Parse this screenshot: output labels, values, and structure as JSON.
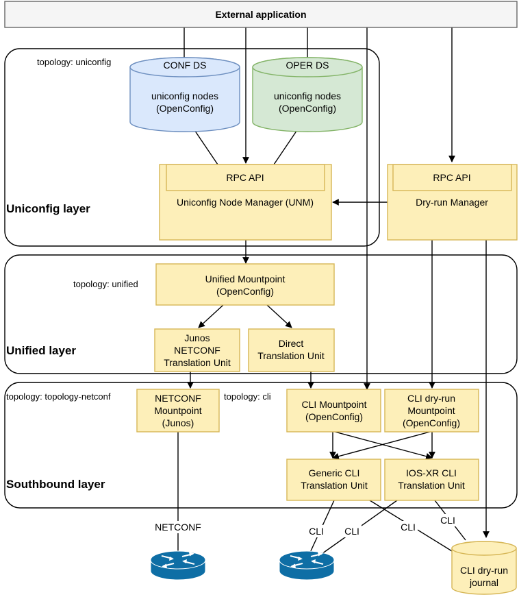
{
  "external_app": "External application",
  "layers": {
    "uniconfig": {
      "title": "Uniconfig layer",
      "topology": "topology: uniconfig"
    },
    "unified": {
      "title": "Unified layer",
      "topology": "topology: unified"
    },
    "southbound": {
      "title": "Southbound layer",
      "topology_netconf": "topology: topology-netconf",
      "topology_cli": "topology: cli"
    }
  },
  "conf_ds": {
    "title": "CONF DS",
    "line1": "uniconfig nodes",
    "line2": "(OpenConfig)",
    "color": "#dae8fc",
    "stroke": "#6c8ebf"
  },
  "oper_ds": {
    "title": "OPER DS",
    "line1": "uniconfig nodes",
    "line2": "(OpenConfig)",
    "color": "#d5e8d4",
    "stroke": "#82b366"
  },
  "unm": {
    "rpc": "RPC API",
    "label": "Uniconfig Node Manager (UNM)"
  },
  "dry_run_manager": {
    "rpc": "RPC API",
    "label": "Dry-run Manager"
  },
  "unified_mountpoint": {
    "line1": "Unified Mountpoint",
    "line2": "(OpenConfig)"
  },
  "junos_tu": {
    "line1": "Junos",
    "line2": "NETCONF",
    "line3": "Translation Unit"
  },
  "direct_tu": {
    "line1": "Direct",
    "line2": "Translation Unit"
  },
  "netconf_mountpoint": {
    "line1": "NETCONF",
    "line2": "Mountpoint",
    "line3": "(Junos)"
  },
  "cli_mountpoint": {
    "line1": "CLI Mountpoint",
    "line2": "(OpenConfig)"
  },
  "cli_dryrun_mountpoint": {
    "line1": "CLI dry-run",
    "line2": "Mountpoint",
    "line3": "(OpenConfig)"
  },
  "generic_cli_tu": {
    "line1": "Generic CLI",
    "line2": "Translation Unit"
  },
  "iosxr_cli_tu": {
    "line1": "IOS-XR CLI",
    "line2": "Translation Unit"
  },
  "journal": {
    "line1": "CLI dry-run",
    "line2": "journal",
    "color": "#fdefb9",
    "stroke": "#d6b656"
  },
  "edge_labels": {
    "netconf": "NETCONF",
    "cli": "CLI"
  },
  "router": {
    "icon": "router-icon",
    "color": "#0e6ea5"
  }
}
